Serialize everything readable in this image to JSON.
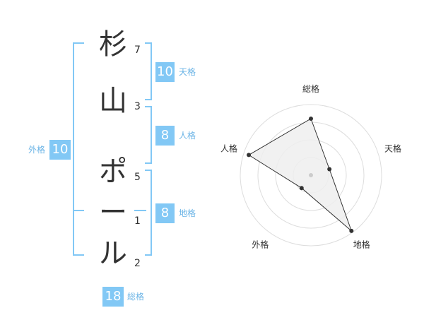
{
  "name": {
    "chars": [
      {
        "char": "杉",
        "strokes": "7"
      },
      {
        "char": "山",
        "strokes": "3"
      },
      {
        "char": "ポ",
        "strokes": "5"
      },
      {
        "char": "ー",
        "strokes": "1"
      },
      {
        "char": "ル",
        "strokes": "2"
      }
    ]
  },
  "fortunes": {
    "tenkaku": {
      "label": "天格",
      "value": "10"
    },
    "jinkaku": {
      "label": "人格",
      "value": "8"
    },
    "chikaku": {
      "label": "地格",
      "value": "8"
    },
    "gaikaku": {
      "label": "外格",
      "value": "10"
    },
    "soukaku": {
      "label": "総格",
      "value": "18"
    }
  },
  "chart_data": {
    "type": "radar",
    "axes": [
      "総格",
      "天格",
      "地格",
      "外格",
      "人格"
    ],
    "values": [
      3.2,
      1.1,
      3.9,
      0.9,
      3.7
    ],
    "max": 4,
    "rings": 4,
    "colors": {
      "fill": "#efefef",
      "stroke": "#333333",
      "point": "#333333",
      "ring": "#dddddd",
      "center": "#cccccc"
    }
  }
}
